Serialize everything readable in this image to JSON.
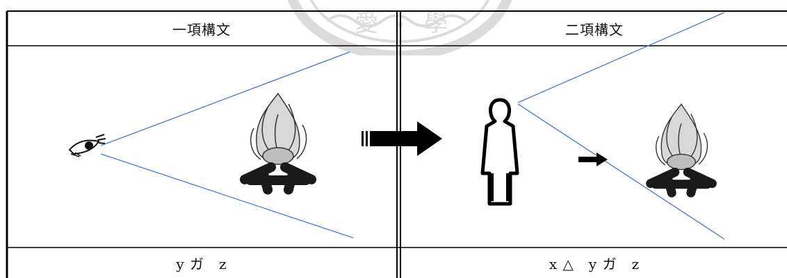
{
  "diagram": {
    "left_header": "一項構文",
    "right_header": "二項構文",
    "left_footer": "y ガ　z",
    "right_footer": "x △　y ガ　z"
  },
  "icons": {
    "eye": "eye-icon",
    "campfire_left": "campfire-icon",
    "arrow": "right-arrow-icon",
    "person": "person-outline-icon",
    "small_arrow": "small-right-arrow-icon",
    "campfire_right": "campfire-icon"
  },
  "colors": {
    "sight_line": "#4a7bc4",
    "border": "#000000",
    "watermark": "#9a9a9a"
  }
}
